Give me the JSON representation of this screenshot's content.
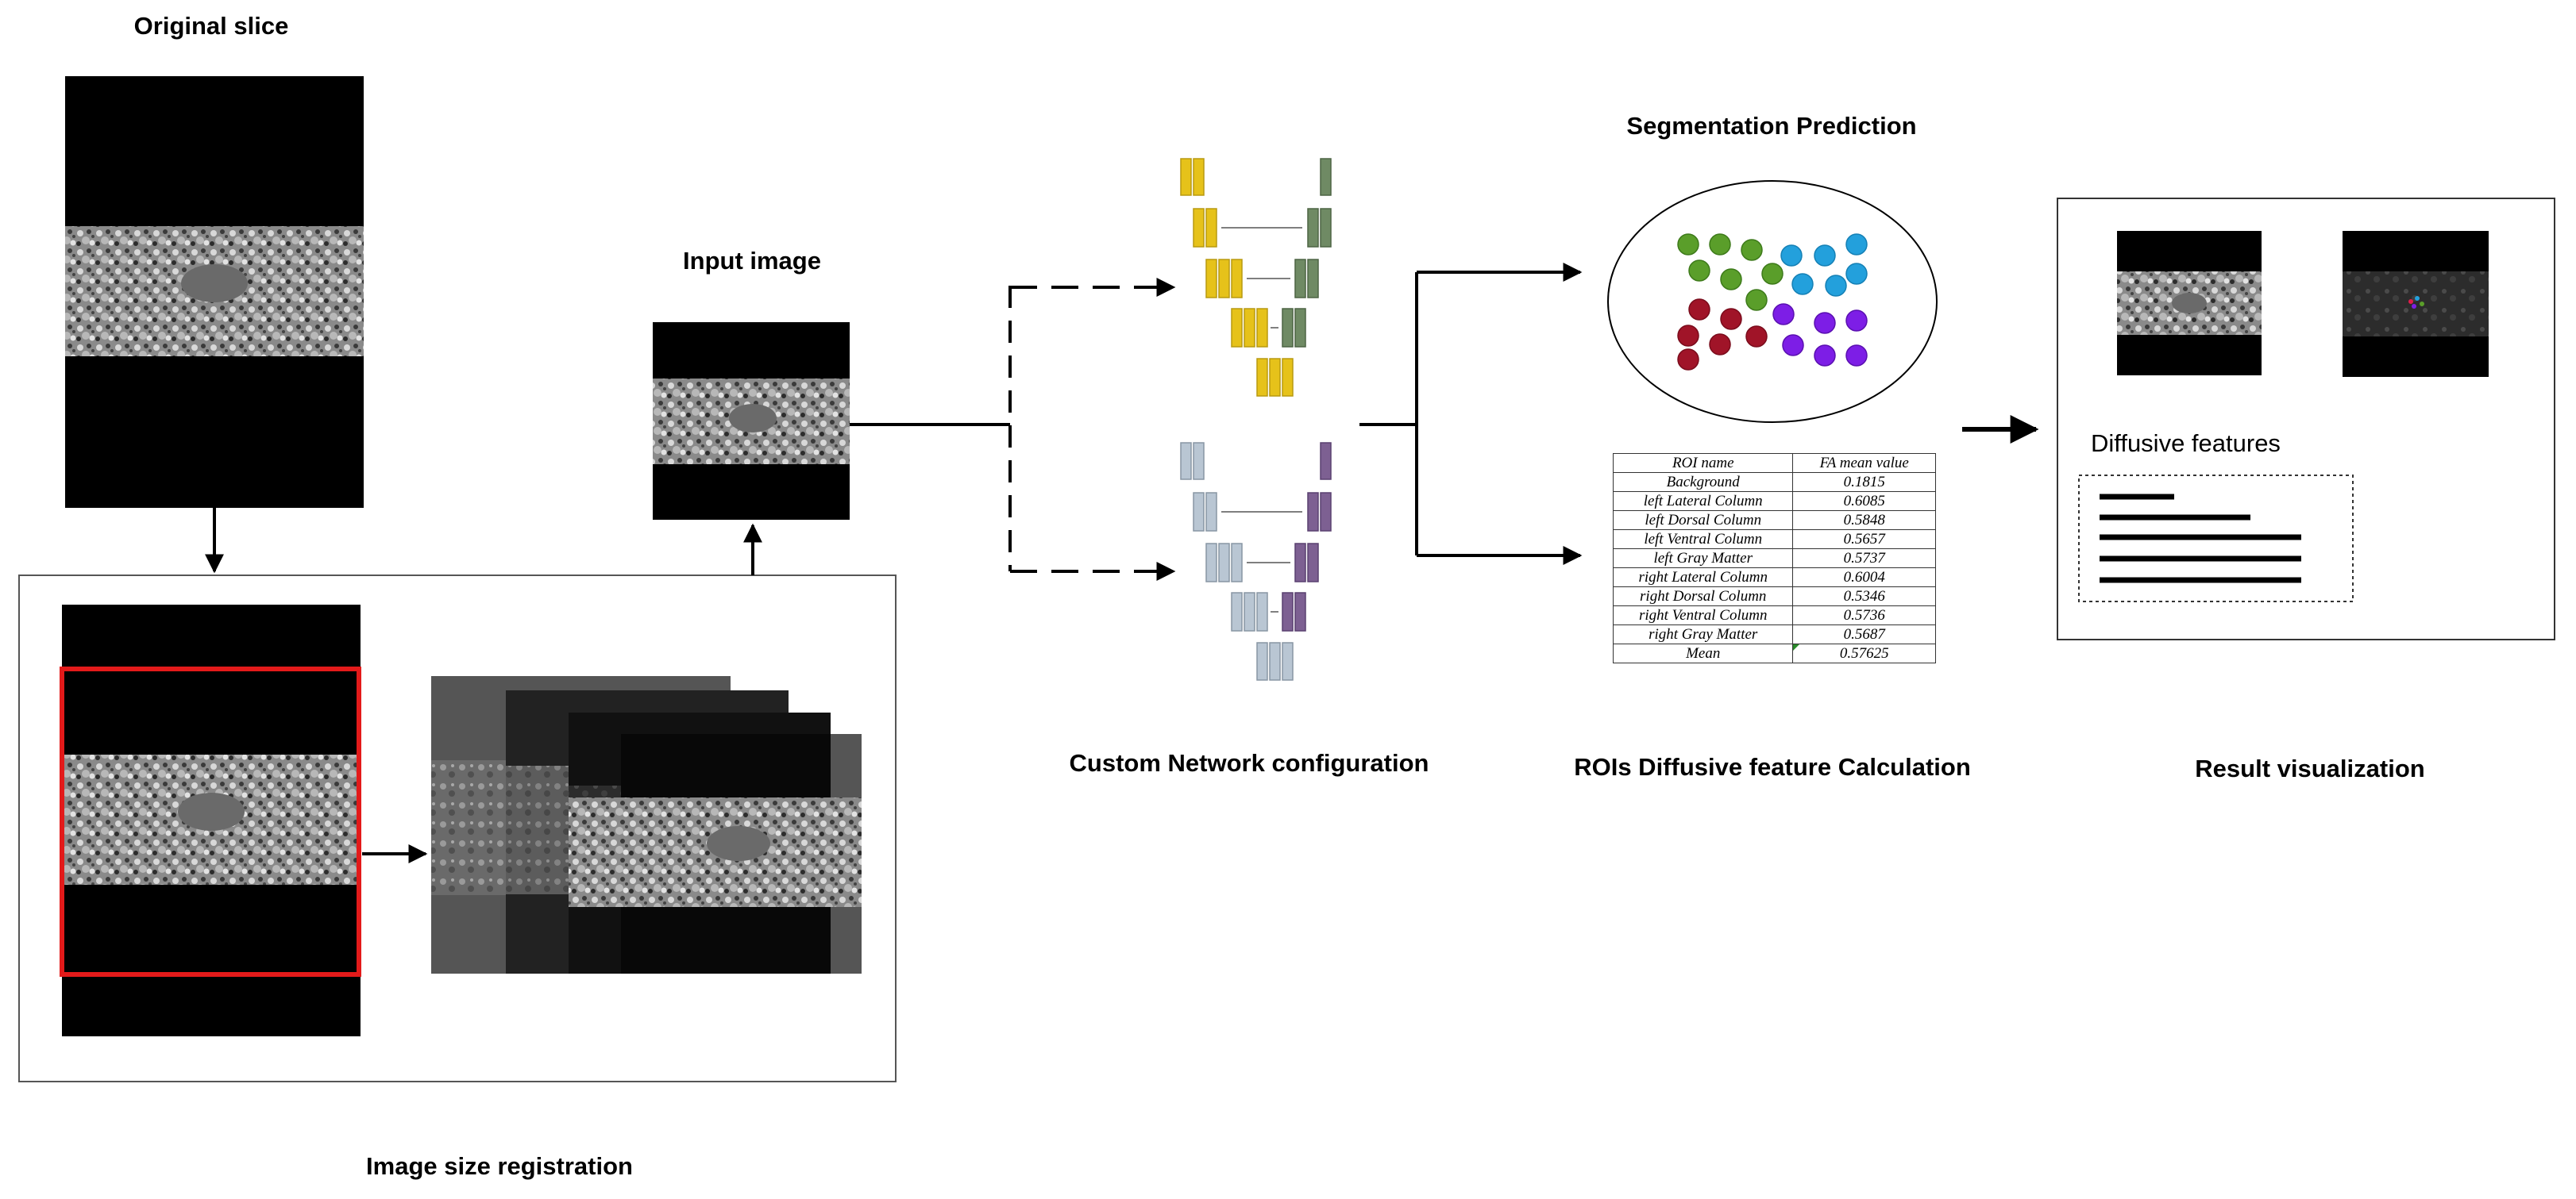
{
  "labels": {
    "original_slice": "Original slice",
    "input_image": "Input image",
    "image_size_registration": "Image size registration",
    "custom_network": "Custom Network configuration",
    "segmentation_prediction": "Segmentation Prediction",
    "roi_calc": "ROIs Diffusive feature Calculation",
    "result_visualization": "Result visualization",
    "diffusive_features": "Diffusive features"
  },
  "roi_table": {
    "headers": [
      "ROI name",
      "FA mean value"
    ],
    "rows": [
      [
        "Background",
        "0.1815"
      ],
      [
        "left Lateral Column",
        "0.6085"
      ],
      [
        "left Dorsal Column",
        "0.5848"
      ],
      [
        "left Ventral Column",
        "0.5657"
      ],
      [
        "left Gray Matter",
        "0.5737"
      ],
      [
        "right Lateral Column",
        "0.6004"
      ],
      [
        "right Dorsal Column",
        "0.5346"
      ],
      [
        "right Ventral Column",
        "0.5736"
      ],
      [
        "right Gray Matter",
        "0.5687"
      ],
      [
        "Mean",
        "0.57625"
      ]
    ]
  },
  "colors": {
    "unet_encoder_top": "#e6c21a",
    "unet_decoder_top": "#6f8a64",
    "unet_encoder_bottom": "#b9c6d3",
    "unet_decoder_bottom": "#7d6092",
    "crop_box": "#e31a1a",
    "seg_green": "#5a9e2a",
    "seg_blue": "#23a0dc",
    "seg_red": "#a01428",
    "seg_purple": "#7d1ee6"
  }
}
